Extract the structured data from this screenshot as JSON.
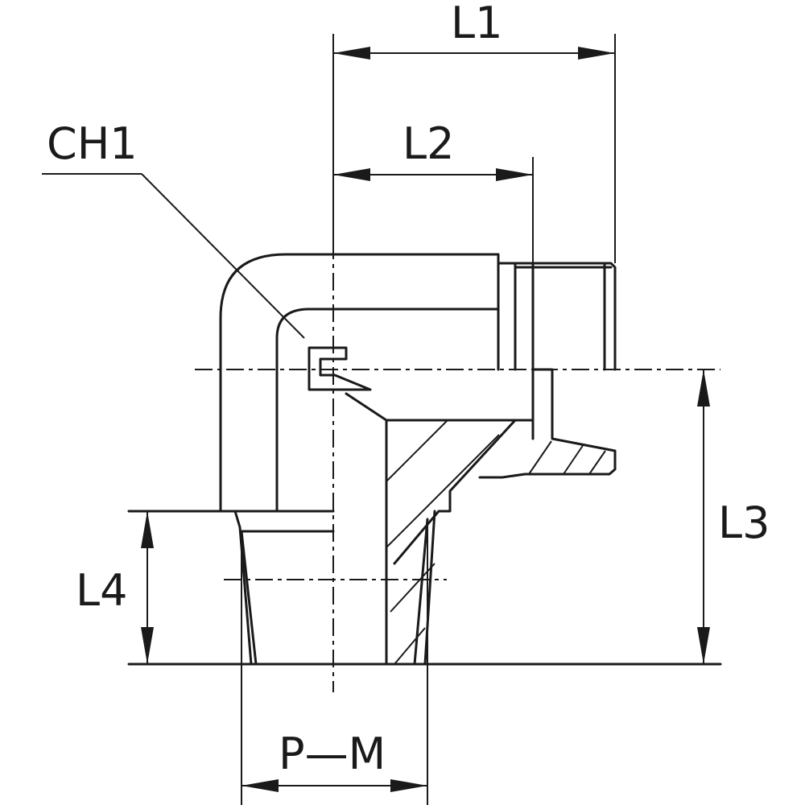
{
  "labels": {
    "l1": "L1",
    "l2": "L2",
    "l3": "L3",
    "l4": "L4",
    "ch1": "CH1",
    "pm": "P—M"
  },
  "colors": {
    "line": "#1a1a1a",
    "background": "#ffffff"
  }
}
